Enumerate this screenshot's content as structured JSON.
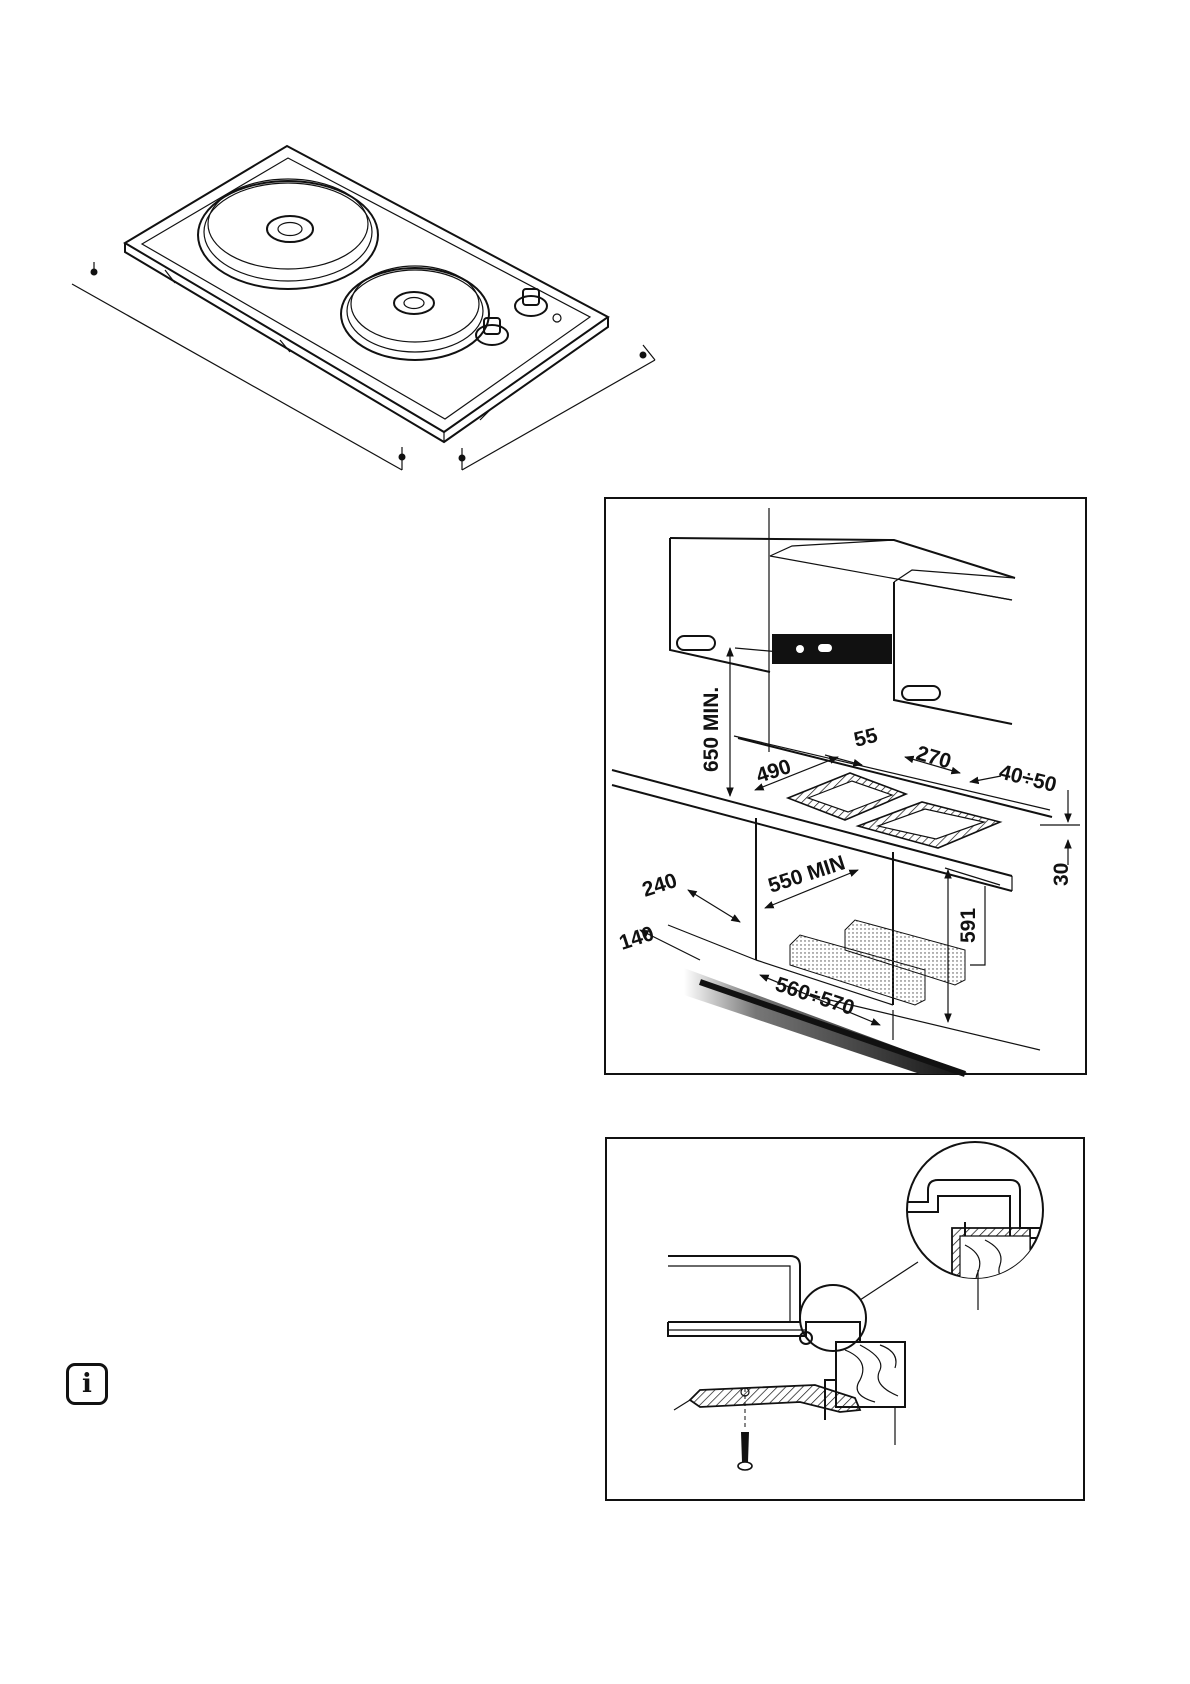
{
  "figures": {
    "hob": {
      "icon": "hob-perspective-drawing"
    },
    "cutout": {
      "labels": {
        "d650": "650 MIN.",
        "d55": "55",
        "d270": "270",
        "d490": "490",
        "d40_50": "40÷50",
        "d30": "30",
        "d240": "240",
        "d550": "550 MIN",
        "d591": "591",
        "d140": "140",
        "d560_570": "560÷570"
      }
    },
    "fixing": {
      "icon": "fixing-bracket-detail-drawing"
    }
  },
  "note": {
    "icon": "info-icon",
    "glyph": "i"
  }
}
